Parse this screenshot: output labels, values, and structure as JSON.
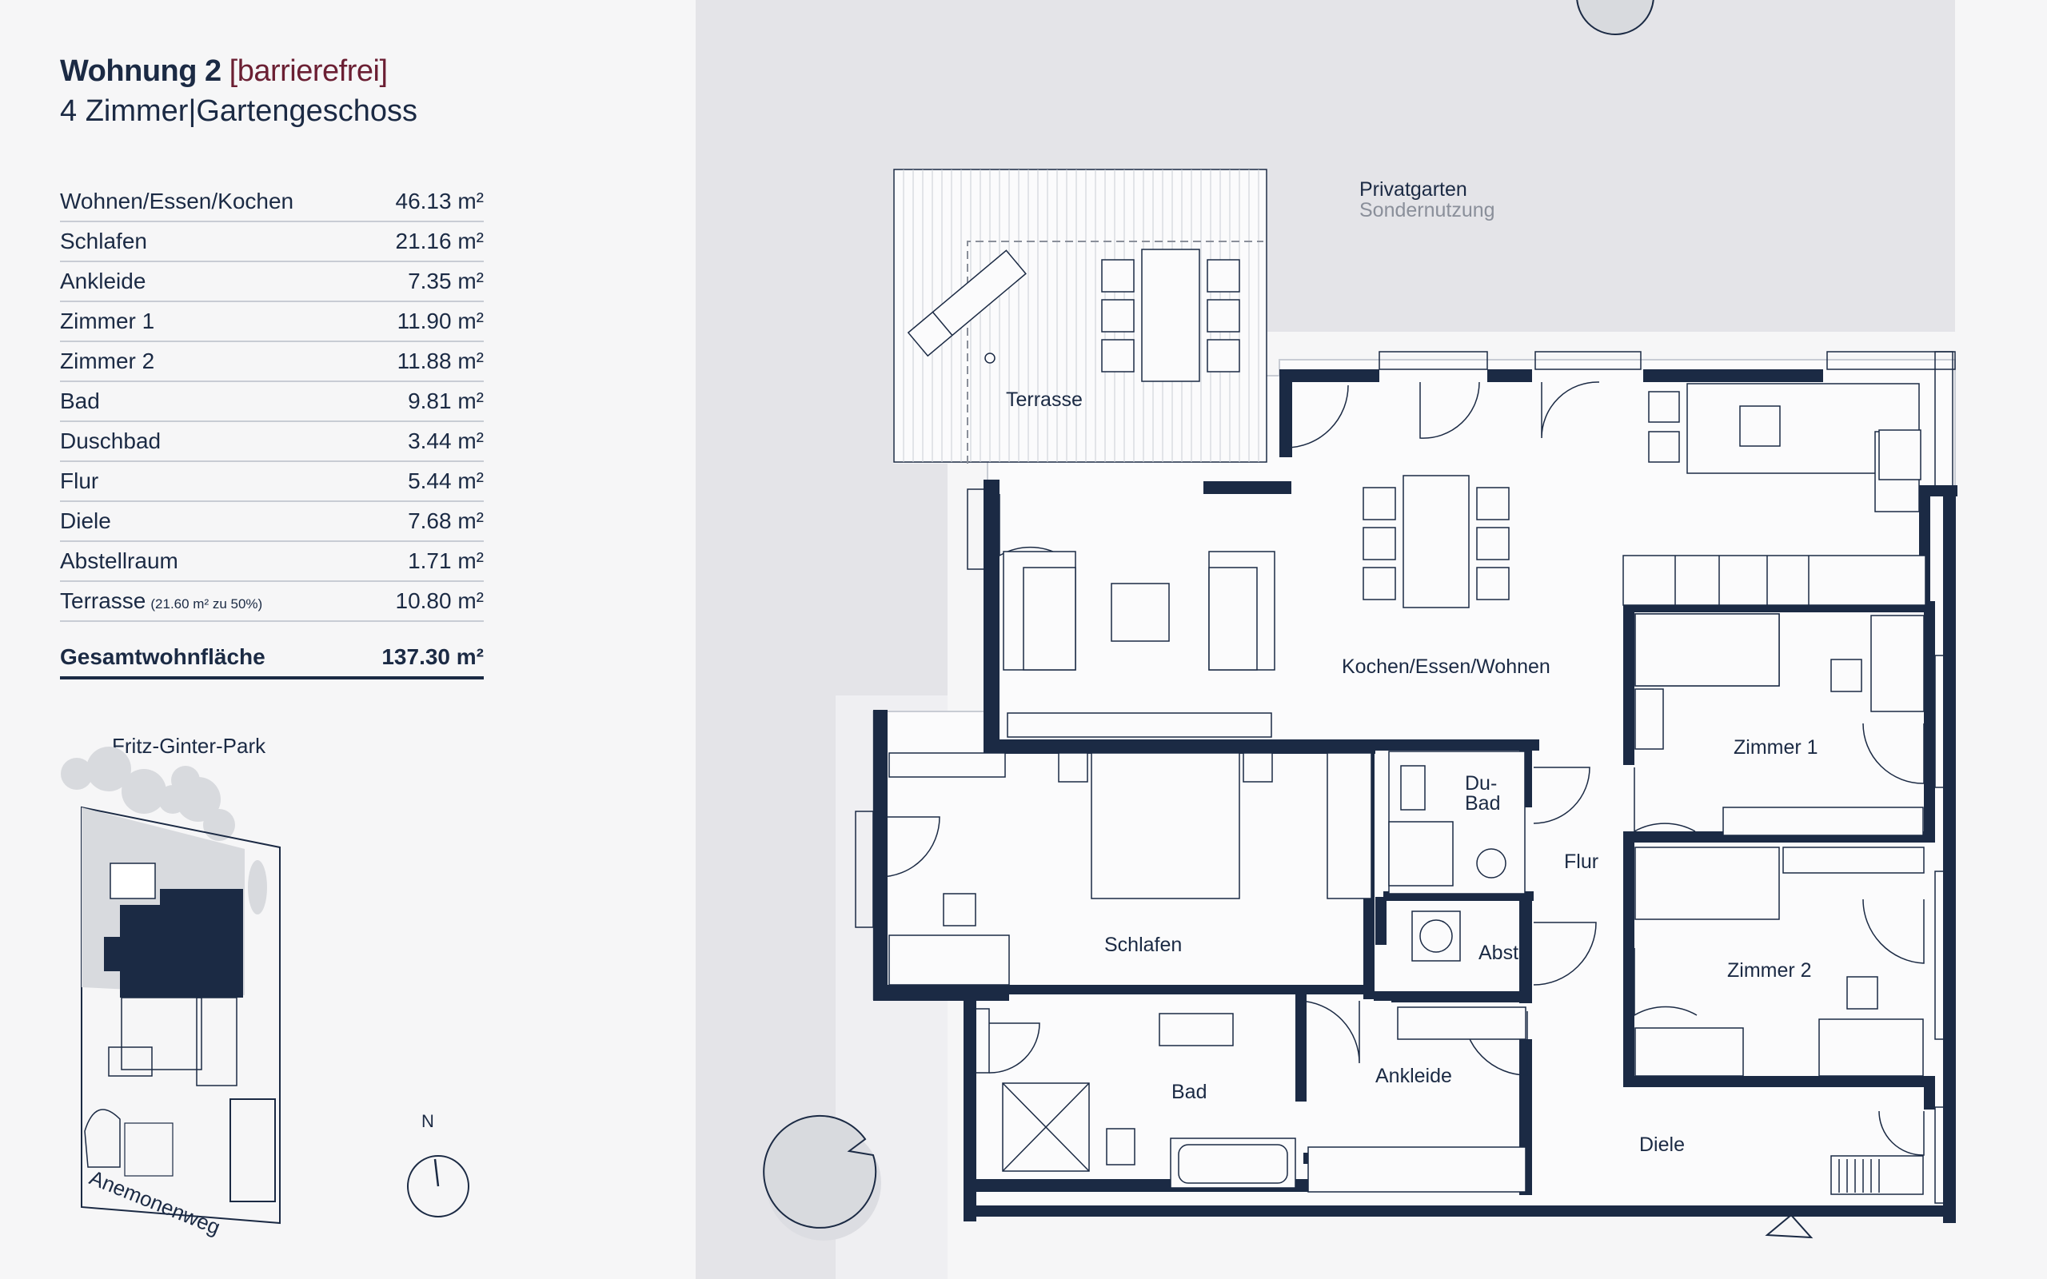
{
  "header": {
    "title": "Wohnung 2",
    "tag": "[barrierefrei]",
    "subtitle": "4 Zimmer|Gartengeschoss"
  },
  "rooms": [
    {
      "name": "Wohnen/Essen/Kochen",
      "area": "46.13 m²"
    },
    {
      "name": "Schlafen",
      "area": "21.16 m²"
    },
    {
      "name": "Ankleide",
      "area": "7.35 m²"
    },
    {
      "name": "Zimmer 1",
      "area": "11.90 m²"
    },
    {
      "name": "Zimmer 2",
      "area": "11.88 m²"
    },
    {
      "name": "Bad",
      "area": "9.81 m²"
    },
    {
      "name": "Duschbad",
      "area": "3.44 m²"
    },
    {
      "name": "Flur",
      "area": "5.44 m²"
    },
    {
      "name": "Diele",
      "area": "7.68 m²"
    },
    {
      "name": "Abstellraum",
      "area": "1.71 m²"
    },
    {
      "name": "Terrasse",
      "note": "(21.60 m² zu 50%)",
      "area": "10.80 m²"
    }
  ],
  "total": {
    "label": "Gesamtwohnfläche",
    "area": "137.30 m²"
  },
  "site": {
    "park_label": "Fritz-Ginter-Park",
    "street_label": "Anemonenweg",
    "north_label": "N"
  },
  "plan": {
    "garden_label": "Privatgarten",
    "garden_sublabel": "Sondernutzung",
    "terrace_label": "Terrasse",
    "living_label": "Kochen/Essen/Wohnen",
    "zimmer1_label": "Zimmer 1",
    "zimmer2_label": "Zimmer 2",
    "dubad_label_1": "Du-",
    "dubad_label_2": "Bad",
    "flur_label": "Flur",
    "abst_label": "Abst.",
    "schlafen_label": "Schlafen",
    "bad_label": "Bad",
    "ankleide_label": "Ankleide",
    "diele_label": "Diele"
  },
  "colors": {
    "navy": "#1b2a44",
    "accent": "#6b1f33",
    "garden": "#e4e4e8",
    "line": "#c8ccd4"
  }
}
